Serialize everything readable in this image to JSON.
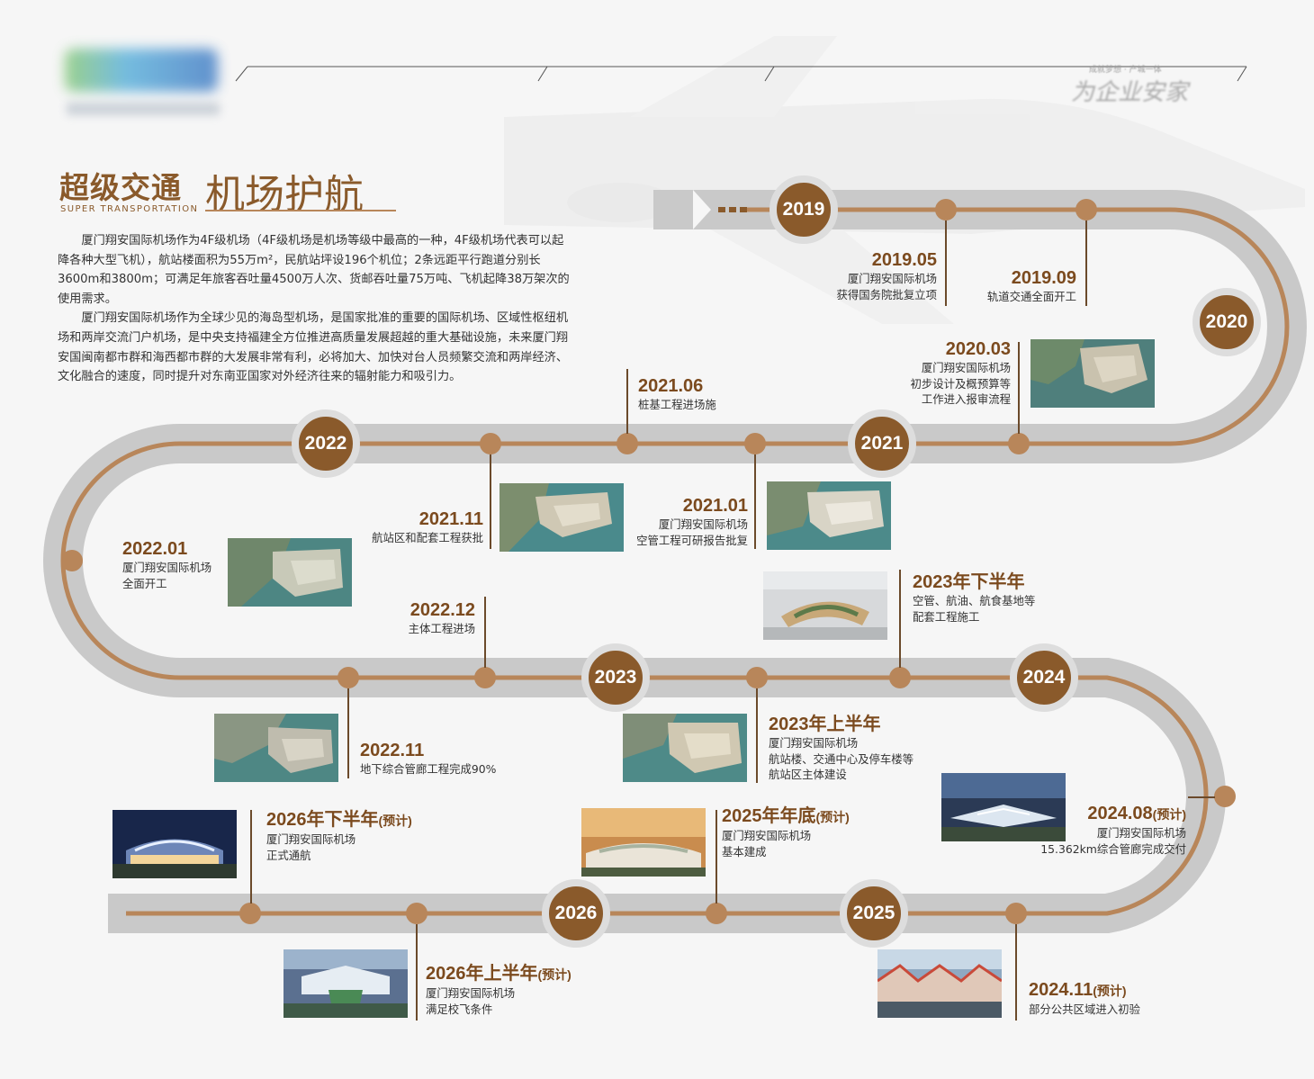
{
  "header": {
    "title_main": "超级交通",
    "title_sub": "机场护航",
    "title_en": "SUPER TRANSPORTATION",
    "slogan_small": "成就梦想 · 产城一体",
    "slogan_big": "为企业安家"
  },
  "intro": [
    "厦门翔安国际机场作为4F级机场（4F级机场是机场等级中最高的一种，4F级机场代表可以起降各种大型飞机），航站楼面积为55万m²，民航站坪设196个机位；2条远距平行跑道分别长3600m和3800m；可满足年旅客吞吐量4500万人次、货邮吞吐量75万吨、飞机起降38万架次的使用需求。",
    "厦门翔安国际机场作为全球少见的海岛型机场，是国家批准的重要的国际机场、区域性枢纽机场和两岸交流门户机场，是中央支持福建全方位推进高质量发展超越的重大基础设施，未来厦门翔安国闽南都市群和海西都市群的大发展非常有利，必将加大、加快对台人员频繁交流和两岸经济、文化融合的速度，同时提升对东南亚国家对外经济往来的辐射能力和吸引力。"
  ],
  "years": [
    "2019",
    "2020",
    "2021",
    "2022",
    "2023",
    "2024",
    "2025",
    "2026"
  ],
  "events": {
    "e201905": {
      "date": "2019.05",
      "lines": [
        "厦门翔安国际机场",
        "获得国务院批复立项"
      ]
    },
    "e201909": {
      "date": "2019.09",
      "lines": [
        "轨道交通全面开工"
      ]
    },
    "e202003": {
      "date": "2020.03",
      "lines": [
        "厦门翔安国际机场",
        "初步设计及概预算等",
        "工作进入报审流程"
      ]
    },
    "e202106": {
      "date": "2021.06",
      "lines": [
        "桩基工程进场施"
      ]
    },
    "e202101": {
      "date": "2021.01",
      "lines": [
        "厦门翔安国际机场",
        "空管工程可研报告批复"
      ]
    },
    "e202111": {
      "date": "2021.11",
      "lines": [
        "航站区和配套工程获批"
      ]
    },
    "e202201": {
      "date": "2022.01",
      "lines": [
        "厦门翔安国际机场",
        "全面开工"
      ]
    },
    "e202212": {
      "date": "2022.12",
      "lines": [
        "主体工程进场"
      ]
    },
    "e2023h2": {
      "date": "2023年下半年",
      "lines": [
        "空管、航油、航食基地等",
        "配套工程施工"
      ]
    },
    "e202211": {
      "date": "2022.11",
      "lines": [
        "地下综合管廊工程完成90%"
      ]
    },
    "e2023h1": {
      "date": "2023年上半年",
      "lines": [
        "厦门翔安国际机场",
        "航站楼、交通中心及停车楼等",
        "航站区主体建设"
      ]
    },
    "e202408": {
      "date": "2024.08",
      "note": "(预计)",
      "lines": [
        "厦门翔安国际机场",
        "15.362km综合管廊完成交付"
      ]
    },
    "e2026h2": {
      "date": "2026年下半年",
      "note": "(预计)",
      "lines": [
        "厦门翔安国际机场",
        "正式通航"
      ]
    },
    "e2025end": {
      "date": "2025年年底",
      "note": "(预计)",
      "lines": [
        "厦门翔安国际机场",
        "基本建成"
      ]
    },
    "e2026h1": {
      "date": "2026年上半年",
      "note": "(预计)",
      "lines": [
        "厦门翔安国际机场",
        "满足校飞条件"
      ]
    },
    "e202411": {
      "date": "2024.11",
      "note": "(预计)",
      "lines": [
        "部分公共区域进入初验"
      ]
    }
  },
  "colors": {
    "accent": "#8a5a2b",
    "dot": "#b8865a",
    "road": "#c9c9c9",
    "line": "#b8865a"
  },
  "icons": [
    "road-arrow-icon",
    "airplane-watermark-icon"
  ]
}
